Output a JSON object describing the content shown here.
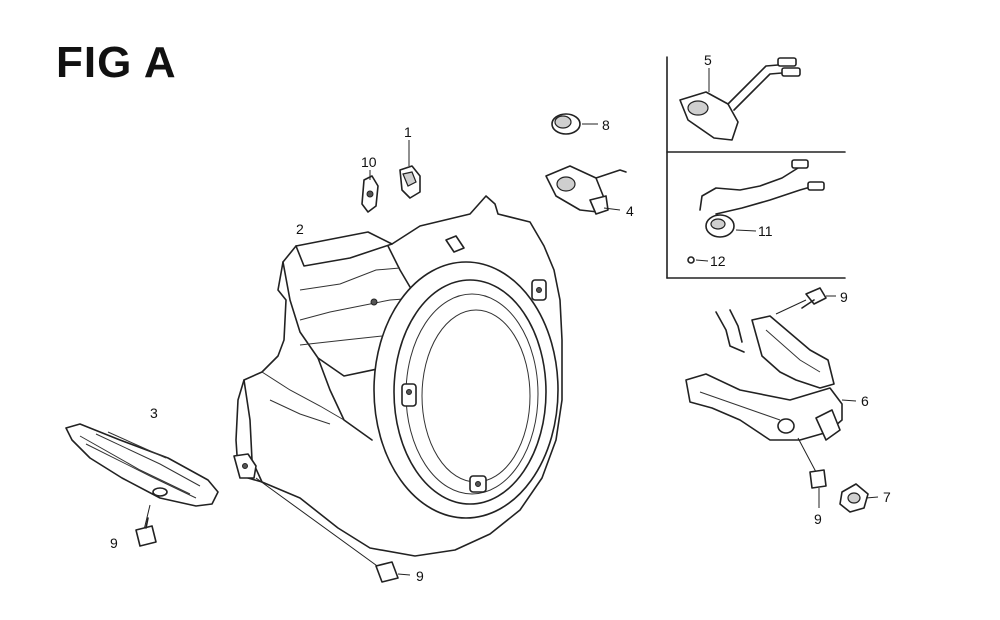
{
  "figure": {
    "title": "FIG A"
  },
  "callouts": {
    "c1": "1",
    "c2": "2",
    "c3": "3",
    "c4": "4",
    "c5": "5",
    "c6": "6",
    "c7": "7",
    "c8": "8",
    "c9a": "9",
    "c9b": "9",
    "c9c": "9",
    "c9d": "9",
    "c10": "10",
    "c11": "11",
    "c12": "12"
  }
}
